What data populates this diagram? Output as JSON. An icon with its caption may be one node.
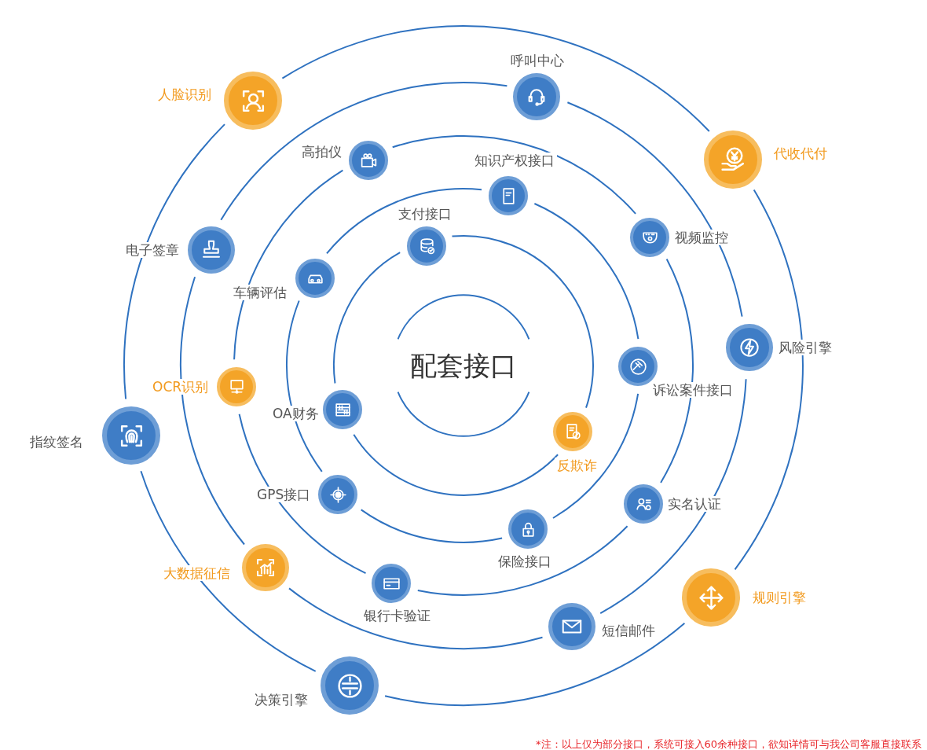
{
  "diagram": {
    "nodes": [
      {
        "text": [
          "配套接口"
        ]
      },
      {
        "text": [
          "呼叫中心"
        ]
      },
      {
        "text": [
          "人脸识别"
        ]
      },
      {
        "text": [
          "代收代付"
        ]
      },
      {
        "text": [
          "高拍仪"
        ]
      },
      {
        "text": [
          "知识产权接口"
        ]
      },
      {
        "text": [
          "视频监控"
        ]
      },
      {
        "text": [
          "支付接口"
        ]
      },
      {
        "text": [
          "电子签章"
        ]
      },
      {
        "text": [
          "车辆评估"
        ]
      },
      {
        "text": [
          "风险引擎"
        ]
      },
      {
        "text": [
          "诉讼案件接口"
        ]
      },
      {
        "text": [
          "OCR识别"
        ]
      },
      {
        "text": [
          "OA财务"
        ]
      },
      {
        "text": [
          "反欺诈"
        ]
      },
      {
        "text": [
          "指纹签名"
        ]
      },
      {
        "text": [
          "GPS接口"
        ]
      },
      {
        "text": [
          "实名认证"
        ]
      },
      {
        "text": [
          "保险接口"
        ]
      },
      {
        "text": [
          "大数据征信"
        ]
      },
      {
        "text": [
          "规则引擎"
        ]
      },
      {
        "text": [
          "银行卡验证"
        ]
      },
      {
        "text": [
          "短信邮件"
        ]
      },
      {
        "text": [
          "决策引擎"
        ]
      }
    ],
    "labels": [
      "*注：以上仅为部分接口，系统可接入60余种接口，欲知详情可与我公司客服直接联系"
    ]
  }
}
